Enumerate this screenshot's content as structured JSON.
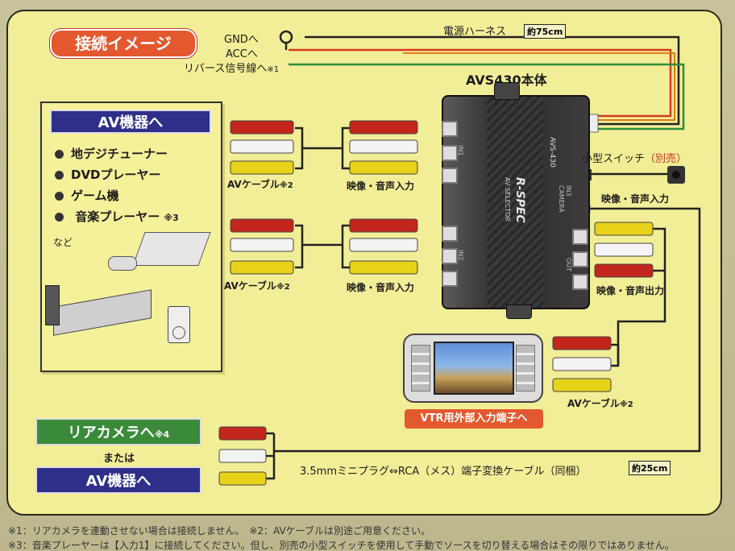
{
  "diagram": {
    "title": "接続イメージ",
    "power": {
      "gnd": "GNDへ",
      "acc": "ACCへ",
      "reverse": "リバース信号線へ",
      "reverse_note": "※1",
      "harness_label": "電源ハーネス",
      "harness_length": "約75cm",
      "wire_colors": {
        "gnd": "#222222",
        "acc": "#d43a1f",
        "reverse": "#2f8a3c",
        "orange": "#e07a1a"
      }
    },
    "unit": {
      "label": "AVS430本体",
      "face_top": "AVS-430",
      "face_logo": "R-SPEC",
      "face_sub": "AV SELECTOR",
      "port_in1": "IN1",
      "port_in2": "IN2",
      "port_rear": "IN3 CAMERA",
      "port_out": "OUT"
    },
    "switch": {
      "label": "小型スイッチ",
      "sold": "（別売）"
    },
    "av_device": {
      "heading": "AV機器へ",
      "items": [
        "地デジチューナー",
        "DVDプレーヤー",
        "ゲーム機",
        "音楽プレーヤー"
      ],
      "items_note": "※3",
      "etc": "など"
    },
    "captions": {
      "av_cable": "AVケーブル",
      "av_cable_note": "※2",
      "av_input": "映像・音声入力",
      "av_output": "映像・音声出力",
      "vtr": "VTR用外部入力端子へ"
    },
    "rear": {
      "camera": "リアカメラへ",
      "camera_note": "※4",
      "or": "または",
      "av_device": "AV機器へ"
    },
    "adapter": {
      "label": "3.5mmミニプラグ⇔RCA（メス）端子変換ケーブル（同梱）",
      "length": "約25cm"
    },
    "rca_colors": {
      "video": "#e8d21a",
      "left": "#f3f3f3",
      "right": "#c3261c"
    }
  },
  "footnotes": [
    "※1：リアカメラを連動させない場合は接続しません。　※2：AVケーブルは別途ご用意ください。",
    "※3：音楽プレーヤーは【入力1】に接続してください。但し、別売の小型スイッチを使用して手動でソースを切り替える場合はその限りではありません。"
  ]
}
